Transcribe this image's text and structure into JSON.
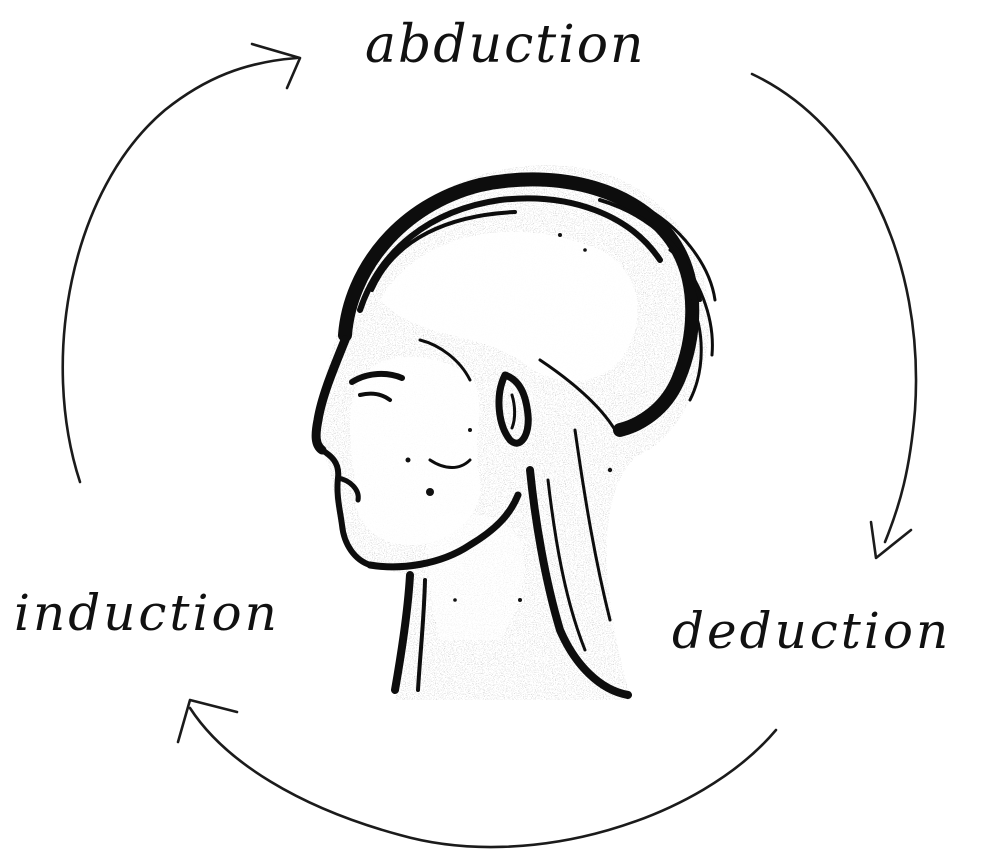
{
  "diagram": {
    "labels": {
      "top": "abduction",
      "right": "deduction",
      "left": "induction"
    },
    "center_figure": "human-head-profile-sketch",
    "cycle_direction": "clockwise",
    "ink_color": "#111111",
    "background_color": "#ffffff"
  }
}
